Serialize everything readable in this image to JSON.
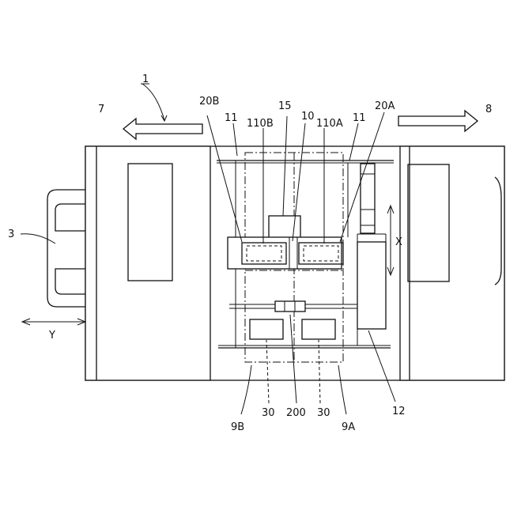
{
  "diagram": {
    "labels": {
      "l1": "1",
      "l7": "7",
      "l8": "8",
      "l3": "3",
      "lY": "Y",
      "lX": "X",
      "l20B": "20B",
      "l15": "15",
      "l10": "10",
      "l20A": "20A",
      "l11a": "11",
      "l110B": "110B",
      "l110A": "110A",
      "l11b": "11",
      "l12": "12",
      "l30a": "30",
      "l200": "200",
      "l30b": "30",
      "l9B": "9B",
      "l9A": "9A"
    }
  }
}
